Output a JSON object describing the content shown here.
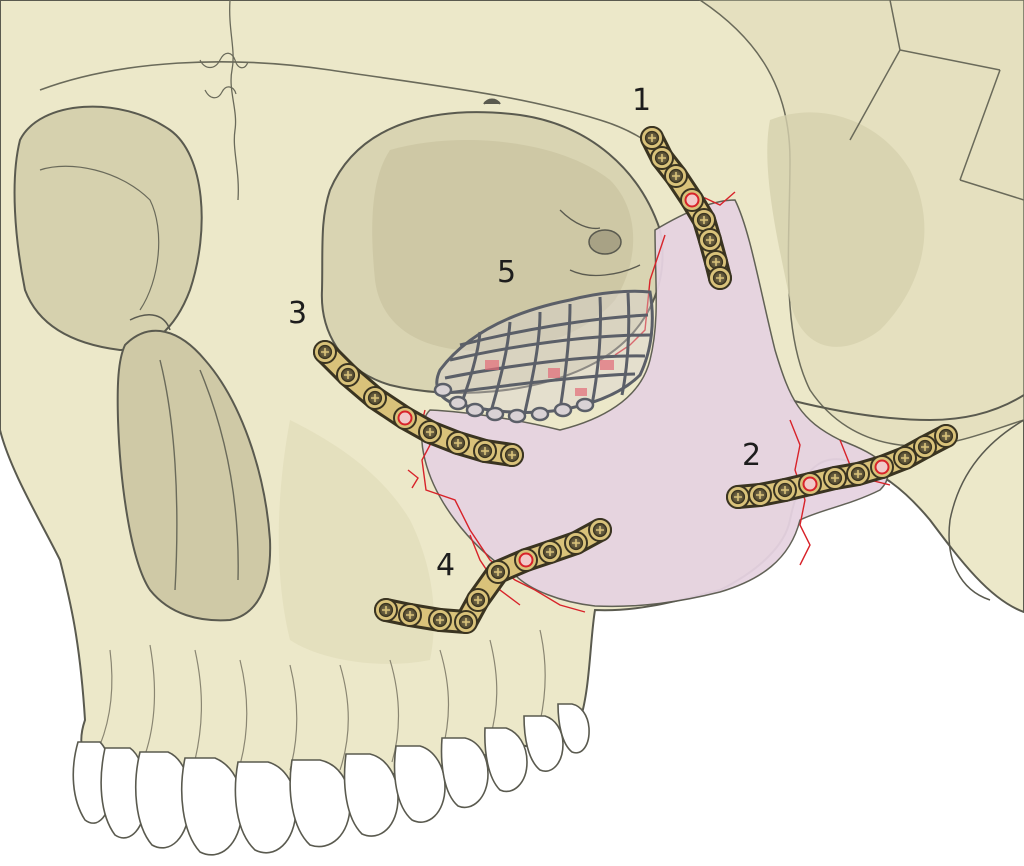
{
  "diagram": {
    "labels": [
      {
        "id": "1",
        "text": "1"
      },
      {
        "id": "2",
        "text": "2"
      },
      {
        "id": "3",
        "text": "3"
      },
      {
        "id": "4",
        "text": "4"
      },
      {
        "id": "5",
        "text": "5"
      }
    ],
    "colors": {
      "bone": "#ece8c9",
      "bone_shade": "#d6d1ae",
      "bone_dark": "#c7c09a",
      "outline": "#5a5a4f",
      "fracture_region": "#e6d3e1",
      "fracture_line": "#d8232a",
      "plate": "#d9c27a",
      "plate_edge": "#3a3421",
      "mesh": "#6b6f79",
      "teeth": "#ffffff"
    },
    "icons": [
      "plate-icon",
      "mesh-icon"
    ]
  }
}
